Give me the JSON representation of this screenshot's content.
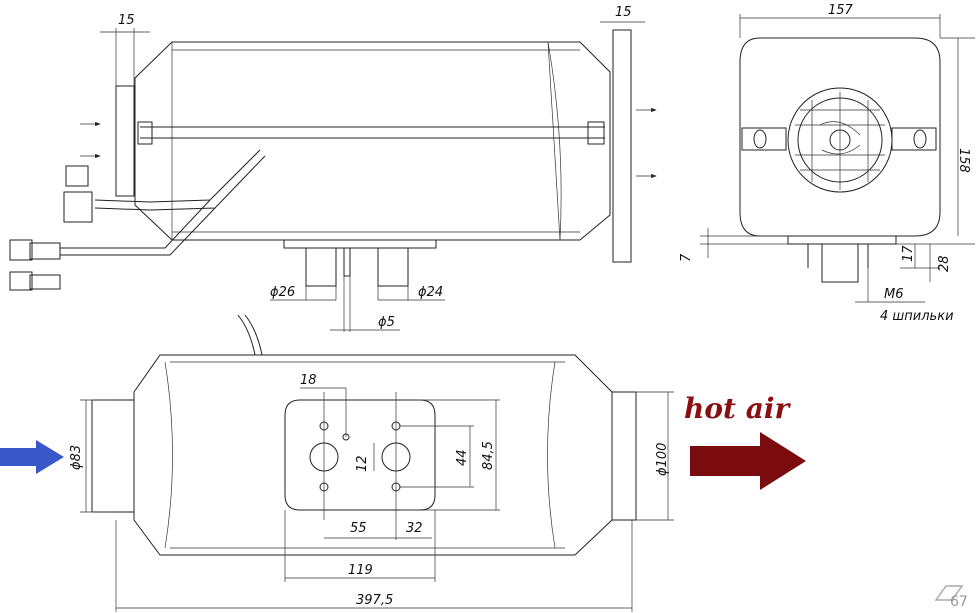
{
  "labels": {
    "hot_air": "hot air",
    "studs_note": "4 шпильки",
    "watermark": "67"
  },
  "dimensions": {
    "flange_left": "15",
    "flange_right": "15",
    "width_end": "157",
    "height_end": "158",
    "foot_7": "7",
    "foot_17": "17",
    "foot_28": "28",
    "thread": "M6",
    "pipe_26": "ϕ26",
    "pipe_24": "ϕ24",
    "pin_5": "ϕ5",
    "offset_18": "18",
    "hole_12": "12",
    "hole_44": "44",
    "hole_84_5": "84,5",
    "spacing_55": "55",
    "spacing_32": "32",
    "base_119": "119",
    "total_397_5": "397,5",
    "inlet_83": "ϕ83",
    "outlet_100": "ϕ100"
  },
  "colors": {
    "inlet_arrow": "#3a57c9",
    "outlet_arrow": "#7a0c10",
    "hot_air_text": "#8b0f12"
  }
}
